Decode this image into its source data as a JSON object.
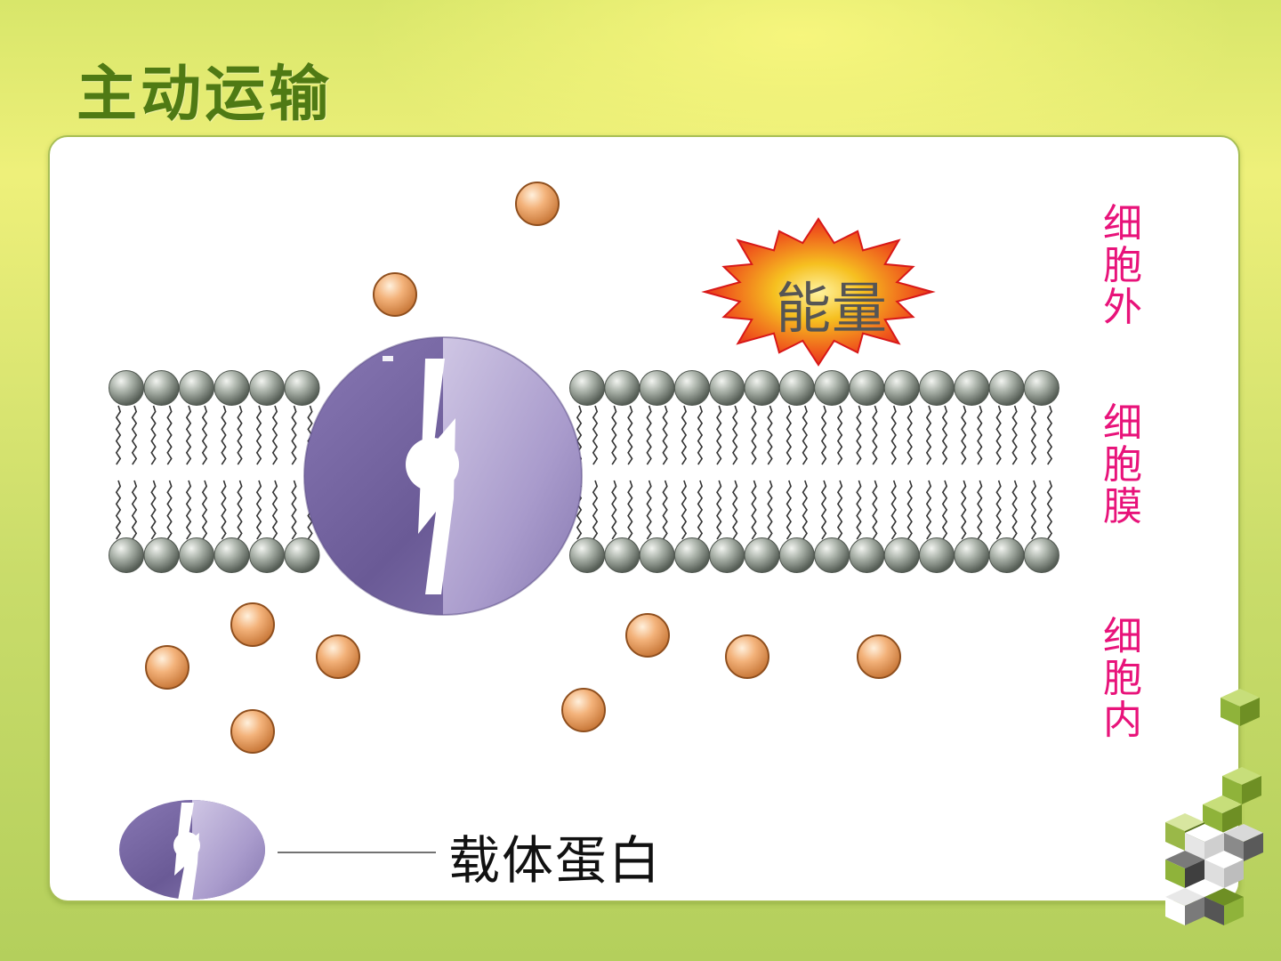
{
  "slide": {
    "title": "主动运输"
  },
  "labels": {
    "outside_cell": "细胞外",
    "cell_membrane": "细胞膜",
    "inside_cell": "细胞内",
    "energy": "能量",
    "legend_carrier_protein": "载体蛋白"
  },
  "colors": {
    "title": "#4f7a14",
    "side_labels": "#e8137a",
    "molecule": "#f0a060",
    "protein_dark": "#6f5f9a",
    "protein_light": "#b6a8d2",
    "lipid_head": "#9aa39a",
    "energy_burst_outer": "#e8241c",
    "energy_burst_inner": "#f6c020"
  },
  "icons": {
    "energy": "energy-burst-icon",
    "molecule": "molecule-icon",
    "carrier_protein": "carrier-protein-icon"
  }
}
